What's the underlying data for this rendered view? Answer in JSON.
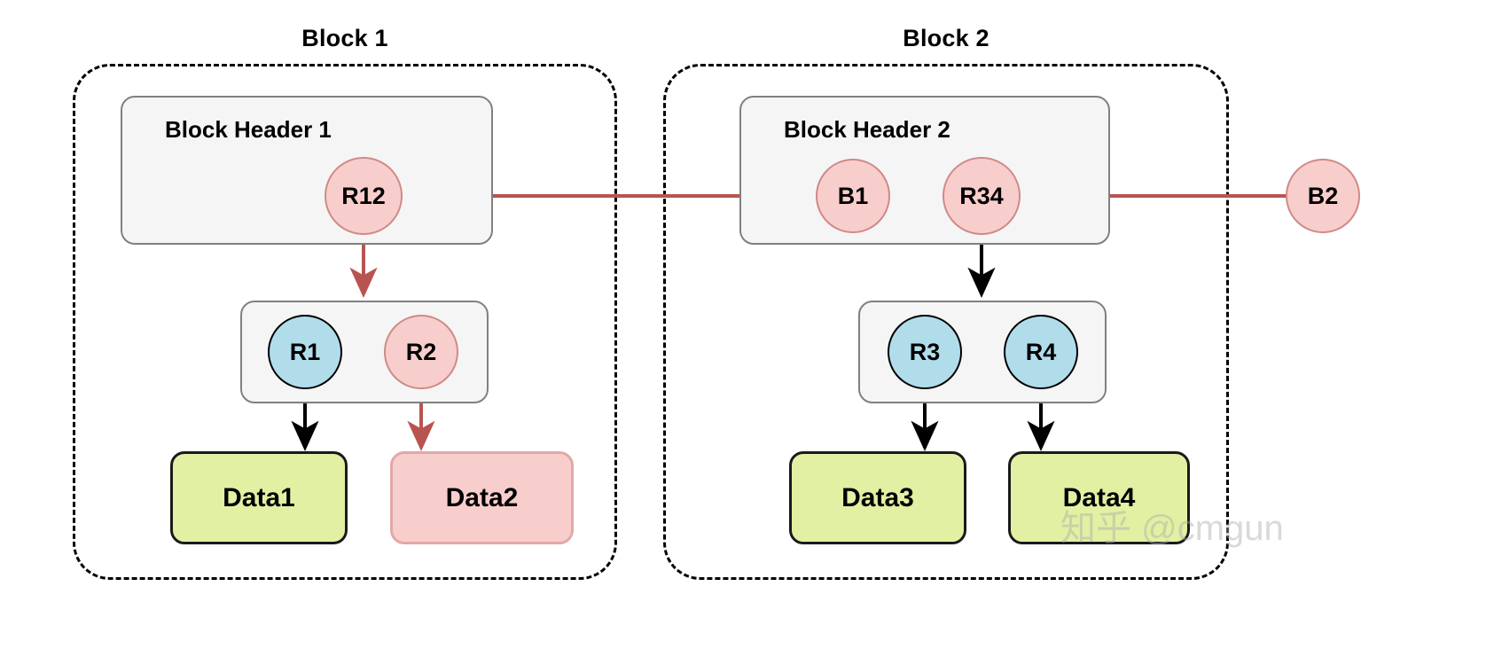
{
  "diagram": {
    "type": "blockchain-merkle-block-diagram",
    "background_color": "#ffffff",
    "colors": {
      "pink_fill": "#f8cecc",
      "pink_stroke": "#b85450",
      "blue_fill": "#b1ddeb",
      "blue_stroke": "#000000",
      "green_fill": "#e2f0a3",
      "green_stroke": "#1a1a1a",
      "group_fill": "#f5f5f5",
      "group_stroke": "#808080",
      "arrow_red": "#b85450",
      "arrow_black": "#000000",
      "boundary_stroke": "#000000"
    }
  },
  "blocks": [
    {
      "id": "block1",
      "title": "Block 1",
      "header": {
        "label": "Block Header 1",
        "nodes": [
          {
            "id": "r12",
            "label": "R12",
            "color": "pink"
          }
        ]
      },
      "merkle_group": {
        "nodes": [
          {
            "id": "r1",
            "label": "R1",
            "color": "blue"
          },
          {
            "id": "r2",
            "label": "R2",
            "color": "pink"
          }
        ]
      },
      "data_boxes": [
        {
          "id": "data1",
          "label": "Data1",
          "color": "green"
        },
        {
          "id": "data2",
          "label": "Data2",
          "color": "pink"
        }
      ]
    },
    {
      "id": "block2",
      "title": "Block 2",
      "header": {
        "label": "Block Header 2",
        "nodes": [
          {
            "id": "b1",
            "label": "B1",
            "color": "pink"
          },
          {
            "id": "r34",
            "label": "R34",
            "color": "pink"
          }
        ]
      },
      "merkle_group": {
        "nodes": [
          {
            "id": "r3",
            "label": "R3",
            "color": "blue"
          },
          {
            "id": "r4",
            "label": "R4",
            "color": "blue"
          }
        ]
      },
      "data_boxes": [
        {
          "id": "data3",
          "label": "Data3",
          "color": "green"
        },
        {
          "id": "data4",
          "label": "Data4",
          "color": "green"
        }
      ]
    }
  ],
  "external_nodes": [
    {
      "id": "b2",
      "label": "B2",
      "color": "pink"
    }
  ],
  "edges": [
    {
      "from": "b1",
      "to": "r12",
      "color": "#b85450",
      "direction": "left"
    },
    {
      "from": "b2",
      "to": "r34",
      "color": "#b85450",
      "direction": "left"
    },
    {
      "from": "r12",
      "to": "merkle-group-1",
      "color": "#b85450",
      "direction": "down"
    },
    {
      "from": "r34",
      "to": "merkle-group-2",
      "color": "#000000",
      "direction": "down"
    },
    {
      "from": "r1",
      "to": "data1",
      "color": "#000000",
      "direction": "down"
    },
    {
      "from": "r2",
      "to": "data2",
      "color": "#b85450",
      "direction": "down"
    },
    {
      "from": "r3",
      "to": "data3",
      "color": "#000000",
      "direction": "down"
    },
    {
      "from": "r4",
      "to": "data4",
      "color": "#000000",
      "direction": "down"
    }
  ],
  "watermark": {
    "text": "知乎 @cmgun"
  }
}
